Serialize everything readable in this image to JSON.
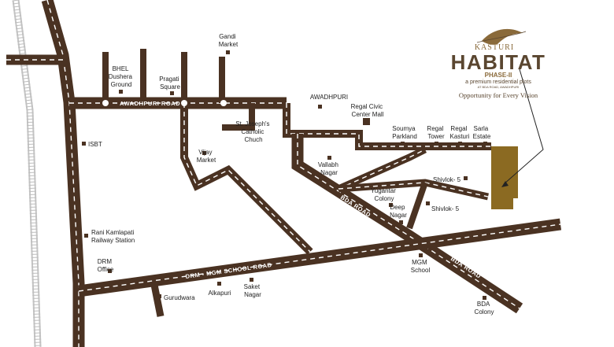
{
  "colors": {
    "road": "#4a3222",
    "road_dash": "#ffffff",
    "site": "#8b6a22",
    "rail": "#b8b8b8",
    "brand_gold": "#8a6a3a",
    "brand_dark": "#5a4630"
  },
  "brand": {
    "name_top": "KASTURI",
    "name_main": "HABITAT",
    "phase": "PHASE-II",
    "tagline": "a premium residential plots",
    "location": "AT BDA ROAD, AWADHPURI",
    "slogan": "Opportunity for Every Vision",
    "logo": "leaf-logo-icon"
  },
  "roads": {
    "awadhpuri": "AWADHPURI ROAD",
    "bda_upper": "BDA ROAD",
    "bda_lower": "BDA ROAD",
    "drm": "DRM -  MGM SCHOOL ROAD"
  },
  "places": {
    "gandi_market": [
      "Gandi",
      "Market"
    ],
    "bhel": [
      "BHEL",
      "Dushera",
      "Ground"
    ],
    "pragati": [
      "Pragati",
      "Square"
    ],
    "awadhpuri": [
      "AWADHPURI"
    ],
    "regal_civic": [
      "Regal Civic",
      "Center Mall"
    ],
    "st_joseph": [
      "St. Joseph's",
      "Catholic",
      "Chuch"
    ],
    "isbt": [
      "ISBT"
    ],
    "soumya": [
      "Soumya",
      "Parkland"
    ],
    "regal_tower": [
      "Regal",
      "Tower"
    ],
    "regal_kasturi": [
      "Regal",
      "Kasturi"
    ],
    "sarla": [
      "Sarla",
      "Estate"
    ],
    "vijay": [
      "Vijay",
      "Market"
    ],
    "vallabh": [
      "Vallabh",
      "Nagar"
    ],
    "shivlok_1": [
      "Shivlok- 5"
    ],
    "yugantar": [
      "Yugantar",
      "Colony"
    ],
    "shivlok_2": [
      "Shivlok- 5"
    ],
    "deep_nagar": [
      "Deep",
      "Nagar"
    ],
    "rani_kamlapati": [
      "Rani Kamlapati",
      "Railway Station"
    ],
    "drm_office": [
      "DRM",
      "Office"
    ],
    "mgm_school": [
      "MGM",
      "School"
    ],
    "gurudwara": [
      "Gurudwara"
    ],
    "alkapuri": [
      "Alkapuri"
    ],
    "saket": [
      "Saket",
      "Nagar"
    ],
    "bda_colony": [
      "BDA",
      "Colony"
    ]
  }
}
